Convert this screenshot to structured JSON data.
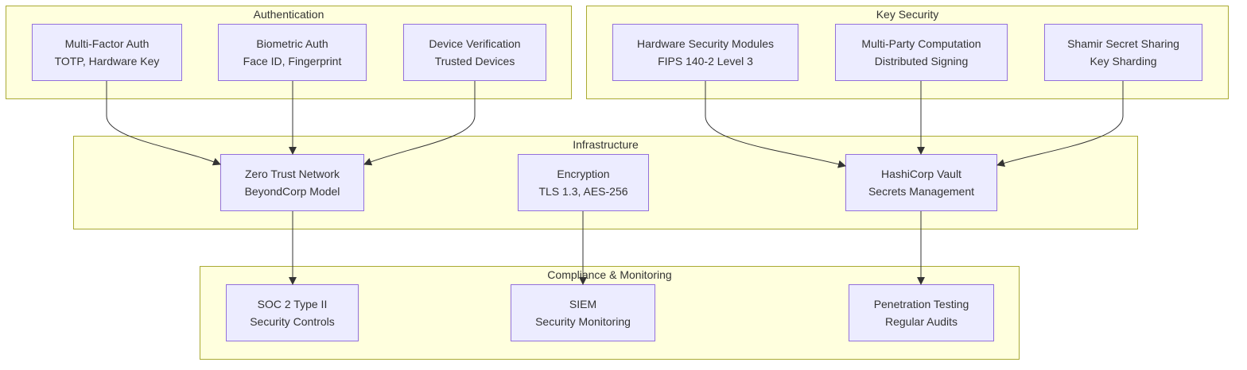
{
  "clusters": {
    "authentication": {
      "title": "Authentication"
    },
    "key_security": {
      "title": "Key Security"
    },
    "infrastructure": {
      "title": "Infrastructure"
    },
    "compliance": {
      "title": "Compliance & Monitoring"
    }
  },
  "nodes": {
    "mfa": {
      "line1": "Multi-Factor Auth",
      "line2": "TOTP, Hardware Key"
    },
    "biometric": {
      "line1": "Biometric Auth",
      "line2": "Face ID, Fingerprint"
    },
    "device": {
      "line1": "Device Verification",
      "line2": "Trusted Devices"
    },
    "hsm": {
      "line1": "Hardware Security Modules",
      "line2": "FIPS 140-2 Level 3"
    },
    "mpc": {
      "line1": "Multi-Party Computation",
      "line2": "Distributed Signing"
    },
    "shamir": {
      "line1": "Shamir Secret Sharing",
      "line2": "Key Sharding"
    },
    "zerotrust": {
      "line1": "Zero Trust Network",
      "line2": "BeyondCorp Model"
    },
    "encryption": {
      "line1": "Encryption",
      "line2": "TLS 1.3, AES-256"
    },
    "vault": {
      "line1": "HashiCorp Vault",
      "line2": "Secrets Management"
    },
    "soc2": {
      "line1": "SOC 2 Type II",
      "line2": "Security Controls"
    },
    "siem": {
      "line1": "SIEM",
      "line2": "Security Monitoring"
    },
    "pentest": {
      "line1": "Penetration Testing",
      "line2": "Regular Audits"
    }
  },
  "edges": [
    {
      "from": "mfa",
      "to": "zerotrust"
    },
    {
      "from": "biometric",
      "to": "zerotrust"
    },
    {
      "from": "device",
      "to": "zerotrust"
    },
    {
      "from": "hsm",
      "to": "vault"
    },
    {
      "from": "mpc",
      "to": "vault"
    },
    {
      "from": "shamir",
      "to": "vault"
    },
    {
      "from": "zerotrust",
      "to": "soc2"
    },
    {
      "from": "encryption",
      "to": "siem"
    },
    {
      "from": "vault",
      "to": "pentest"
    }
  ],
  "colors": {
    "cluster_fill": "#ffffde",
    "cluster_border": "#aaaa33",
    "node_fill": "#ececff",
    "node_border": "#9370db",
    "edge": "#333333",
    "text": "#333333"
  }
}
